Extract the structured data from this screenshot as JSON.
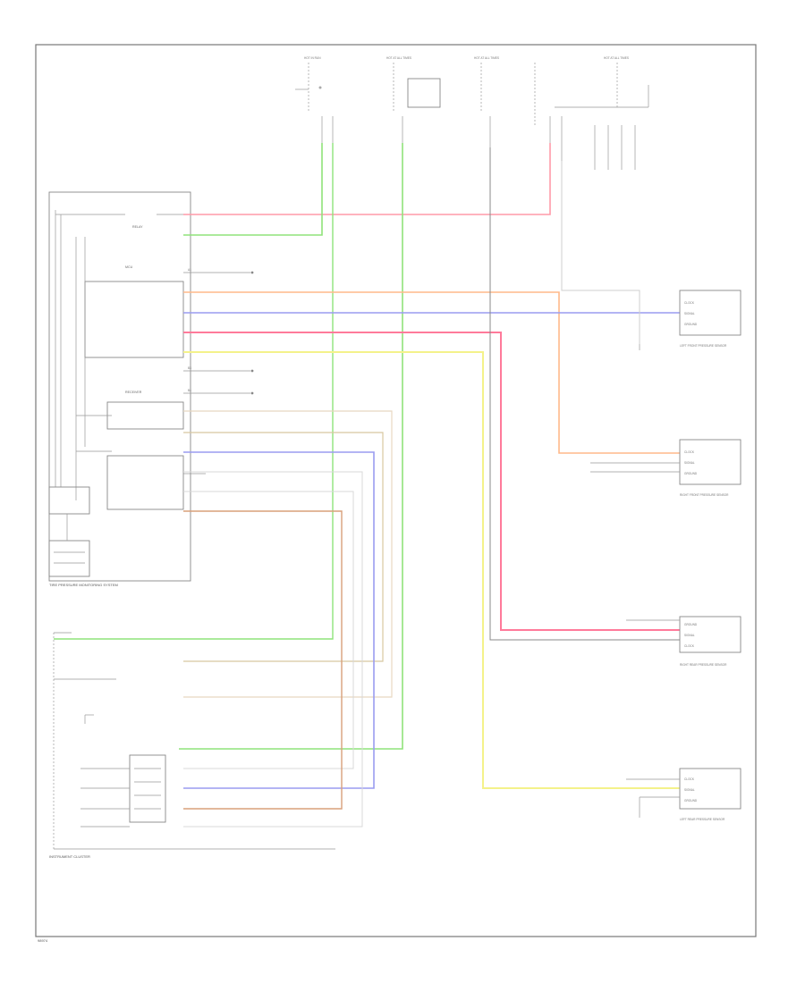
{
  "diagram": {
    "footer_code": "98974",
    "module_label": "TIRE PRESSURE MONITORING SYSTEM",
    "instrument_cluster_label": "INSTRUMENT CLUSTER",
    "sensors": [
      {
        "id": "lf",
        "label": "LEFT FRONT PRESSURE SENSOR",
        "pins": [
          "CLOCK",
          "SIGNAL",
          "GROUND"
        ]
      },
      {
        "id": "rf",
        "label": "RIGHT FRONT PRESSURE SENSOR",
        "pins": [
          "CLOCK",
          "SIGNAL",
          "GROUND"
        ]
      },
      {
        "id": "rr",
        "label": "RIGHT REAR PRESSURE SENSOR",
        "pins": [
          "GROUND",
          "SIGNAL",
          "CLOCK"
        ]
      },
      {
        "id": "lr",
        "label": "LEFT REAR PRESSURE SENSOR",
        "pins": [
          "CLOCK",
          "SIGNAL",
          "GROUND"
        ]
      }
    ],
    "fuses": [
      {
        "id": "f1",
        "label": "HOT IN RUN"
      },
      {
        "id": "f2",
        "label": "HOT AT ALL TIMES"
      },
      {
        "id": "f3",
        "label": "HOT AT ALL TIMES"
      },
      {
        "id": "f4",
        "label": "HOT AT ALL TIMES"
      }
    ],
    "wire_colors": {
      "red": "#ff9aa8",
      "green": "#8fe37a",
      "orange": "#ffb98a",
      "blue": "#9a9cf0",
      "pink": "#ff7a9a",
      "yellow": "#f4f28a",
      "tan": "#e8c89a",
      "brown": "#d9a07a",
      "gray": "#8a8a8a",
      "light": "#d8d8d8"
    }
  }
}
